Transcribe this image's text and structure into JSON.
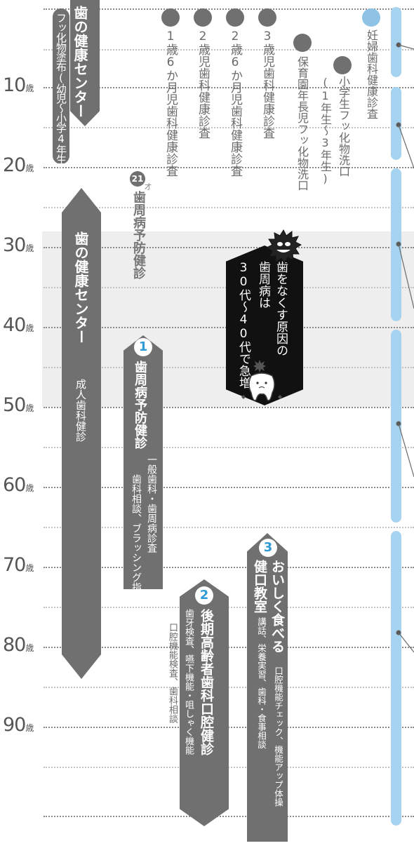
{
  "ages": [
    "10歳",
    "20歳",
    "30歳",
    "40歳",
    "50歳",
    "60歳",
    "70歳",
    "80歳",
    "90歳"
  ],
  "age_unit": "歳",
  "checkups": {
    "c1": "1歳6か月児歯科健康診査",
    "c2": "2歳児歯科健康診査",
    "c3": "2歳6か月児歯科健康診査",
    "c4": "3歳児歯科健康診査",
    "c5": "保育園年長児フッ化物洗口",
    "c6_line1": "小学生フッ化物洗口",
    "c6_line2": "(1年生〜3年生)",
    "c7": "妊婦歯科健康診査"
  },
  "kids_center": {
    "title": "歯の健康センター",
    "subtitle": "フッ化物塗布(幼児〜小学4年生)"
  },
  "adult_center": {
    "title": "歯の健康センター",
    "subtitle": "成人歯科健診"
  },
  "periodontal_21": {
    "age_badge": "21",
    "age_unit": "才",
    "label": "歯周病予防健診"
  },
  "callout": {
    "line1": "歯をなくす原因の",
    "line2": "歯周病は",
    "line3": "30代〜40代で急増"
  },
  "program1": {
    "num": "1",
    "title": "歯周病予防健診",
    "desc1": "一般歯科・歯周病診査",
    "desc2": "歯科相談、ブラッシング指導"
  },
  "program2": {
    "num": "2",
    "title": "後期高齢者歯科口腔健診",
    "desc1": "歯牙検査、嚥下機能・咀しゃく機能",
    "desc2": "口腔機能検査、歯科相談"
  },
  "program3": {
    "num": "3",
    "title1": "おいしく食べる",
    "title2": "健口教室",
    "desc1": "口腔機能チェック、機能アップ体操",
    "desc2": "講話、栄養実習、歯科・食事相談"
  },
  "colors": {
    "bar_gray": "#707070",
    "rail_blue": "#a6d3f0",
    "accent_blue": "#2f9ad6",
    "callout_black": "#111111"
  },
  "icons": [
    "germ-icon",
    "tooth-icon"
  ]
}
